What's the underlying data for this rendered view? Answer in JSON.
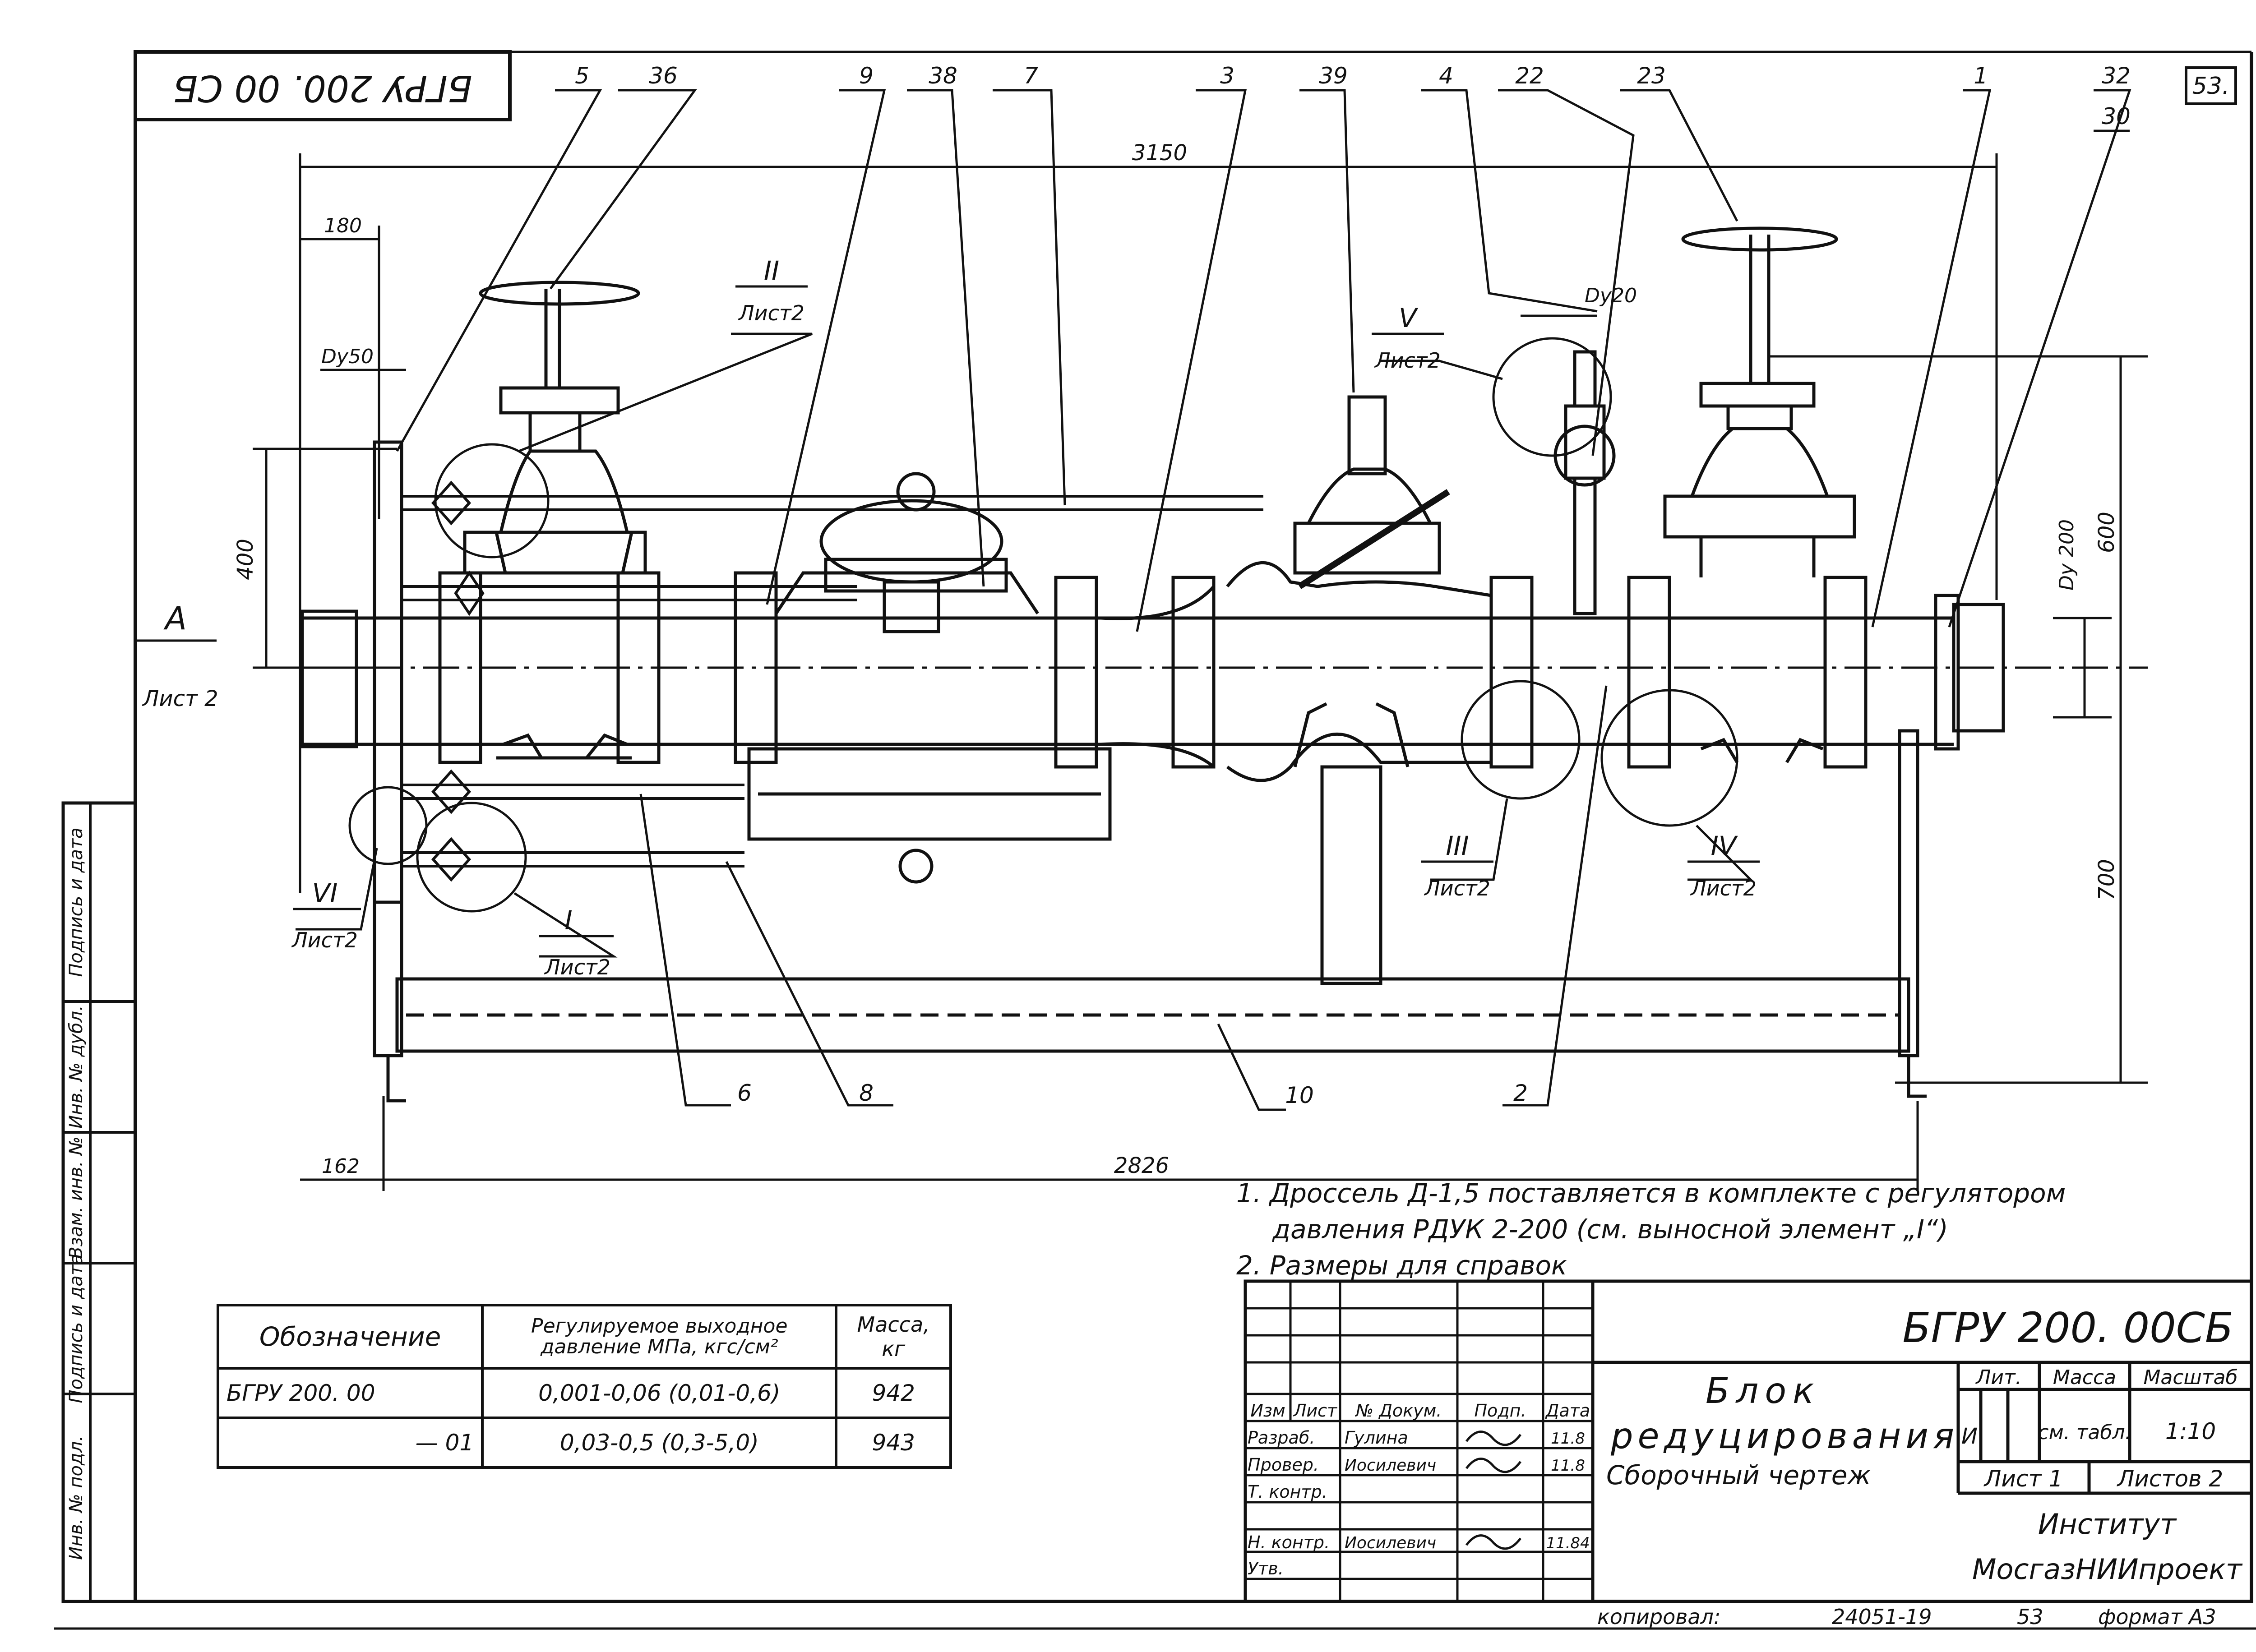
{
  "drawing": {
    "code_stamp": "БГРУ 200. 00 СБ",
    "page_number": "53.",
    "view_label": "А",
    "view_sheet": "Лист 2"
  },
  "dimensions": {
    "overall_length": "3150",
    "left_offset": "180",
    "inlet_pipe": "Dу50",
    "left_height": "400",
    "vent_pipe": "Dу20",
    "outlet_diameter": "Dу 200",
    "top_height": "600",
    "frame_height": "700",
    "frame_length": "2826",
    "left_base": "162"
  },
  "callouts": {
    "top": [
      "5",
      "36",
      "9",
      "38",
      "7",
      "3",
      "39",
      "4",
      "22",
      "23",
      "1",
      "32",
      "30"
    ],
    "bottom": [
      "6",
      "8",
      "10",
      "2"
    ]
  },
  "detail_refs": [
    {
      "numeral": "II",
      "sheet": "Лист2"
    },
    {
      "numeral": "V",
      "sheet": "Лист2"
    },
    {
      "numeral": "III",
      "sheet": "Лист2"
    },
    {
      "numeral": "IV",
      "sheet": "Лист2"
    },
    {
      "numeral": "VI",
      "sheet": "Лист2"
    },
    {
      "numeral": "I",
      "sheet": "Лист2"
    }
  ],
  "notes": [
    "1. Дроссель Д-1,5 поставляется в комплекте с регулятором",
    "давления РДУК 2-200 (см. выносной элемент „I“)",
    "2. Размеры для справок"
  ],
  "variants_table": {
    "headers": [
      "Обозначение",
      "Регулируемое выходное давление МПа, кгс/см²",
      "Масса, кг"
    ],
    "rows": [
      [
        "БГРУ 200. 00",
        "0,001-0,06 (0,01-0,6)",
        "942"
      ],
      [
        "— 01",
        "0,03-0,5 (0,3-5,0)",
        "943"
      ]
    ]
  },
  "title_block": {
    "designation": "БГРУ 200. 00СБ",
    "title_line1": "Блок",
    "title_line2": "редуцирования",
    "title_line3": "Сборочный чертеж",
    "col_headers": {
      "lit": "Лит.",
      "mass": "Масса",
      "scale": "Масштаб"
    },
    "lit_value": "И",
    "mass_value": "см. табл.",
    "scale_value": "1:10",
    "sheet": "Лист 1",
    "sheets": "Листов 2",
    "org_line1": "Институт",
    "org_line2": "МосгазНИИпроект",
    "sign_headers": [
      "Изм",
      "Лист",
      "№ Докум.",
      "Подп.",
      "Дата"
    ],
    "roles": [
      {
        "role": "Разраб.",
        "name": "Гулина",
        "date": "11.8"
      },
      {
        "role": "Провер.",
        "name": "Иосилевич",
        "date": "11.8"
      },
      {
        "role": "Т. контр.",
        "name": "",
        "date": ""
      },
      {
        "role": "Н. контр.",
        "name": "Иосилевич",
        "date": "11.84"
      },
      {
        "role": "Утв.",
        "name": "",
        "date": ""
      }
    ]
  },
  "side_stamp": [
    "Инв. № подл.",
    "Подпись и дата",
    "Взам. инв. №",
    "Инв. № дубл.",
    "Подпись и дата"
  ],
  "footer": {
    "copied": "копировал:",
    "number": "24051-19",
    "page": "53",
    "format": "формат А3"
  }
}
